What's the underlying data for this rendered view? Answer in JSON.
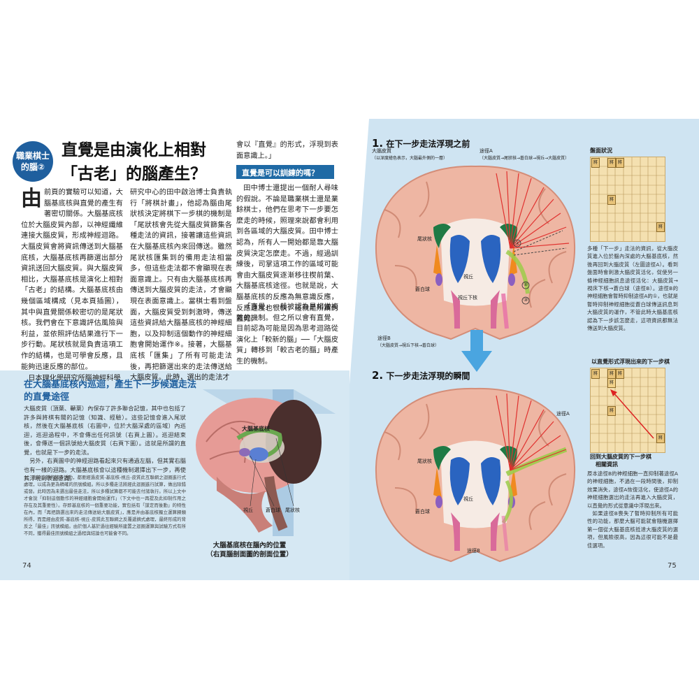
{
  "left_page": {
    "badge": {
      "line1": "職業棋士",
      "line2": "的腦②"
    },
    "title": {
      "line1": "直覺是由演化上相對",
      "line2": "「古老」的腦產生？"
    },
    "col1": {
      "dropcap": "由",
      "text": "前頁的實驗可以知道，大腦基底核與直覺的產生有著密切關係。大腦基底核位於大腦皮質內部，以神經纖維連接大腦皮質，形成神經迴路。大腦皮質會將資訊傳送到大腦基底核，大腦基底核再篩選出部分資訊送回大腦皮質。與大腦皮質相比，大腦基底核是演化上相對「古老」的結構。大腦基底核由幾個區域構成（見本頁插圖），其中與直覺關係較密切的是尾狀核。我們會在下意識評估風險與利益，並依照評估結果進行下一步行動。尾狀核就是負責這項工作的結構，也是可學會反應，且能夠迅速反應的部位。",
      "last": "日本理化學研究所腦神經科學"
    },
    "col2": {
      "text": "研究中心的田中啟治博士負責執行「將棋計畫」，他認為腦由尾狀核決定將棋下一步棋的機制是「尾狀核會先從大腦皮質篩集各種走法的資訊，接著讓這些資訊在大腦基底核內來回傳送。雖然尾狀核匯集到的備用走法相當多，但這些走法都不會顯現在表面意識上。只有由大腦基底核再傳送到大腦皮質的走法，才會顯現在表面意識上。當棋士看到盤面，大腦皮質受到刺激時，傳送這些資訊給大腦基底核的神經細胞，以及抑制這個動作的神經細胞會開始運作※。接著，大腦基底核「匯集」了所有可能走法後，再把篩選出來的走法傳送給大腦皮質。此時，選出的走法才"
    },
    "col3": {
      "top": "會以『直覺』的形式，浮現到表面意識上。」",
      "subhead": "直覺是可以訓練的嗎？",
      "text": "田中博士還提出一個耐人尋味的假說。不論是職業棋士還是業餘棋士，他們在思考下一步要怎麼走的時候，照理來說都會利用到各區域的大腦皮質。田中博士認為，所有人一開始都是靠大腦皮質決定怎麼走。不過，經過訓練後，司掌這項工作的區域可能會由大腦皮質逐漸移往楔前葉、大腦基底核途徑。也就是說，大腦基底核的反應為無意識反應，反應速度也很快，這就是所謂的直覺。",
      "text2": "「直覺」一般被認為是相當複雜的機制。但之所以會有直覺，目前認為可能是因為思考迴路從演化上「較新的腦」──「大腦皮質」轉移到「較古老的腦」時產生的機制。"
    },
    "box": {
      "title1": "在大腦基底核內巡迴，產生下一步候選走法",
      "title2": "的直覺途徑",
      "text": "大腦皮質（頂葉、顳葉）內保存了許多聯合記憶，其中也包括了許多與將棋有關的記憶（知識、經驗）。這些記憶會進入尾狀核，然後在大腦基底核（右圖中，位於大腦深處的區域）內巡迴，巡迴過程中，不會傳出任何訊號（右頁上圖）。巡迴結束後，會傳送一個訊號給大腦皮質（右頁下圖）。這就是所謂的直覺，也就是下一步的走法。",
      "text2": "另外，右頁圖中的神經迴路看起來只有通過左腦，但其實右腦也有一樣的迴路。大腦基底核會以這種機制選擇出下一步，再使其浮現到表面意識。",
      "note": "※：由於皮質的諸多活動，都要經過皮質-基底核-視丘-皮質此互聯網之迴圈進行式處理，以成為更為精確的訊號模組。所以多種走法將經此迴圈進行試算，做出除錯或發。此時因為未選出最佳走法，所以多種試算都不可能去付諸執行。所以上文中才會說「抑制這個動作的神經細胞會開始運作」（下文中也一再提及此抑制作用之存在及其重要性）。存即基底核的一個重要功能，實包括有「謀定而後動」的特性在內，而「再把篩選出來的走法傳送給大腦皮質」，應是并由基底核獨立運算歸類所得，而是經由皮質-基底核-視丘-皮質此互聯網之反覆遞摘式處理，最終形成的背反之「最佳」訊號模組。由於個人基於過往經驗所建置之迴圈運算與試驗方式有所不同，獲得最佳訊號模組之過程與結論也可能會不同。",
      "brain_label": "大腦基底核",
      "lbl_thalamus": "視丘",
      "lbl_pallidus": "蒼白球",
      "lbl_caudate": "尾狀核",
      "caption1": "大腦基底核在腦內的位置",
      "caption2": "（右頁腦剖面圖的剖面位置）"
    },
    "page_num": "74"
  },
  "right_page": {
    "step1": {
      "num": "1.",
      "title": "在下一步走法浮現之前"
    },
    "step2": {
      "num": "2.",
      "title": "下一步走法浮現的瞬間"
    },
    "cortex_label": "大腦皮質",
    "cortex_sub": "（以深度繪色表示，大腦最外側的一層）",
    "pathA_label": "途徑A",
    "pathA_sub": "（大腦皮質→尾狀核→蒼白球→視丘→大腦皮質）",
    "pathB_label": "途徑B",
    "pathB_sub": "（大腦皮質→視丘下核→蒼白球）",
    "lbl_caudate": "尾狀核",
    "lbl_thalamus": "視丘",
    "lbl_pallidus": "蒼白球",
    "lbl_stn": "視丘下核",
    "num1": "①",
    "num2": "②",
    "num3": "③",
    "board1_title": "盤面狀況",
    "board2_title": "以直覺形式浮現出來的下一步棋",
    "explain1": "多種「下一步」走法的資訊，從大腦皮質進入位於腦內深處的大腦基底核，然後再回到大腦皮質（左圖途徑A）。看到盤面時會刺激大腦皮質活化，促使另一條神經細胞訊息途徑活化：大腦皮質→視床下核→蒼白球（途徑B）。途徑B的神經細胞會暫時抑制途徑A的①，也就是暫時抑制神經細胞從蒼白球傳送訊息到大腦皮質的運作，不管此時大腦基底核認為下一步該怎麼走，這項資訊都無法傳送到大腦皮質。",
    "explain2_title1": "回到大腦皮質的下一步棋",
    "explain2_title2": "相關資訊",
    "explain2": "原本途徑B的神經細胞一直抑制著途徑A的神經細胞，不過在一段時間後，抑制效果消失，途徑A恢復活化，使途徑A的神經細胞選出的走法再進入大腦皮質，以直覺的形式從意識中浮現出來。",
    "explain3": "如果途徑B喪失了暫時抑制所有可能性的功能，那麼大腦可能就會隨機選擇第一個從大腦基底核抵達大腦皮質的選項，但風險很高，因為這很可能不是最佳選項。",
    "page_num": "75",
    "piece": "將"
  },
  "colors": {
    "accent": "#1f5f9e",
    "box_bg": "#d6e8f3",
    "cortex": "#f0b9a6",
    "path_red": "#e0312f",
    "path_green": "#9ccc4a"
  }
}
